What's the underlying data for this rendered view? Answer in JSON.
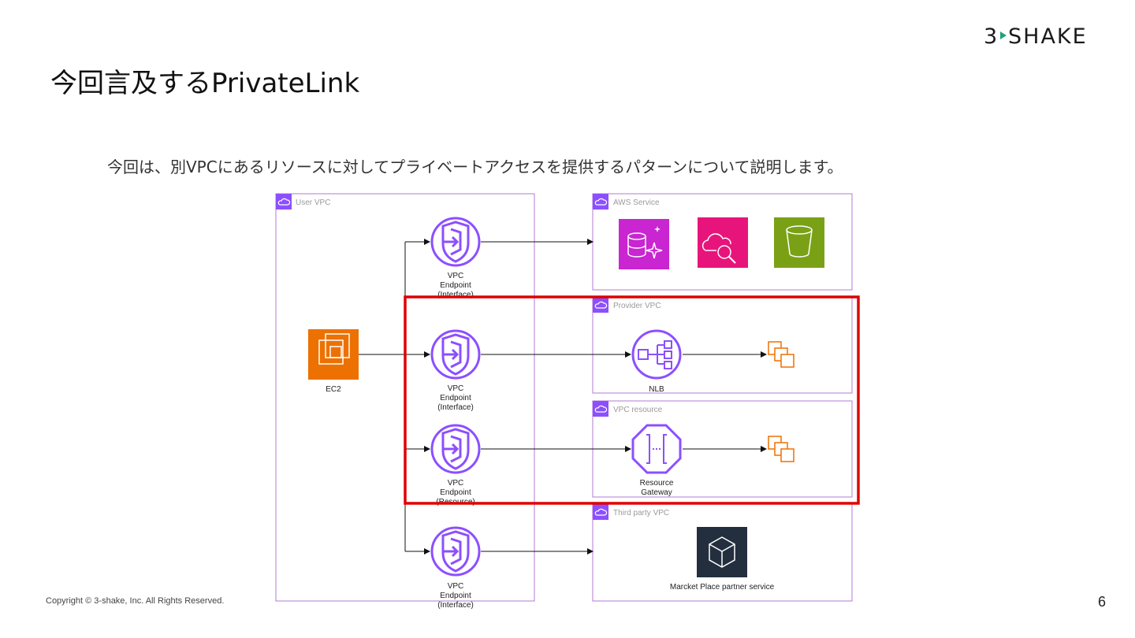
{
  "logo": {
    "text": "3SHAKE",
    "accent_color": "#24a07c"
  },
  "title": "今回言及するPrivateLink",
  "subtitle": "今回は、別VPCにあるリソースに対してプライベートアクセスを提供するパターンについて説明します。",
  "footer": {
    "copyright": "Copyright © 3-shake, Inc. All Rights Reserved.",
    "page_number": "6"
  },
  "diagram": {
    "groups": {
      "user_vpc": "User VPC",
      "aws_service": "AWS Service",
      "provider_vpc": "Provider VPC",
      "vpc_resource": "VPC resource",
      "third_party_vpc": "Third party VPC"
    },
    "nodes": {
      "ec2": "EC2",
      "endpoint_1": [
        "VPC",
        "Endpoint",
        "(Interface)"
      ],
      "endpoint_2": [
        "VPC",
        "Endpoint",
        "(Interface)"
      ],
      "endpoint_3": [
        "VPC",
        "Endpoint",
        "(Resource)"
      ],
      "endpoint_4": [
        "VPC",
        "Endpoint",
        "(Interface)"
      ],
      "nlb": "NLB",
      "resource_gateway": [
        "Resource",
        "Gateway"
      ],
      "marketplace": "Marcket Place partner service"
    },
    "icons": {
      "ec2": "ec2-icon",
      "endpoint": "vpc-endpoint-icon",
      "database": "database-icon",
      "cloud_search": "cloud-search-icon",
      "bucket": "s3-bucket-icon",
      "nlb": "nlb-icon",
      "resource_gateway": "resource-gateway-icon",
      "instances": "instances-icon",
      "marketplace": "marketplace-box-icon"
    },
    "colors": {
      "group_border": "#b37ad6",
      "endpoint": "#8c4fff",
      "ec2": "#ed7100",
      "database": "#c925d1",
      "cloud_search": "#e7157b",
      "bucket": "#7aa116",
      "highlight": "#e00000",
      "marketplace": "#232f3e"
    }
  }
}
